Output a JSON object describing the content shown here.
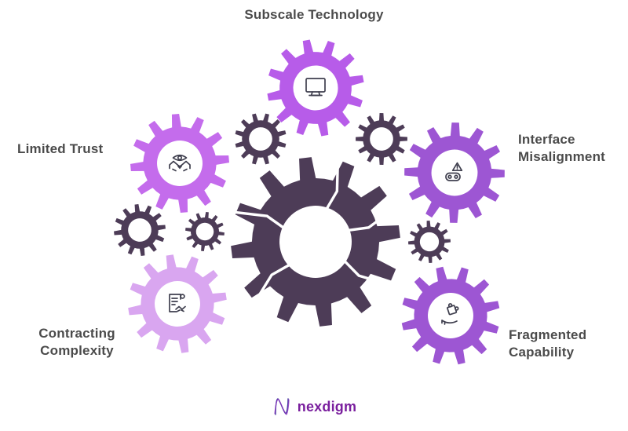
{
  "diagram": {
    "factors": [
      {
        "label": "Subscale Technology",
        "icon": "monitor-icon",
        "gear_color": "#b75ce9"
      },
      {
        "label": "Limited Trust",
        "icon": "trust-handshake-eye-icon",
        "gear_color": "#c46cec"
      },
      {
        "label": "Interface Misalignment",
        "icon": "misalignment-warning-belt-icon",
        "gear_color": "#9d56d3"
      },
      {
        "label": "Contracting Complexity",
        "icon": "contract-document-handshake-icon",
        "gear_color": "#d9a6f0"
      },
      {
        "label": "Fragmented Capability",
        "icon": "puzzle-piece-hand-icon",
        "gear_color": "#9d56d3"
      }
    ],
    "center_gear_color": "#4d3c57",
    "small_gear_color": "#4d3c57",
    "label_color": "#4b4b4b"
  },
  "footer": {
    "brand": "nexdigm",
    "brand_color": "#7a1f9e"
  }
}
